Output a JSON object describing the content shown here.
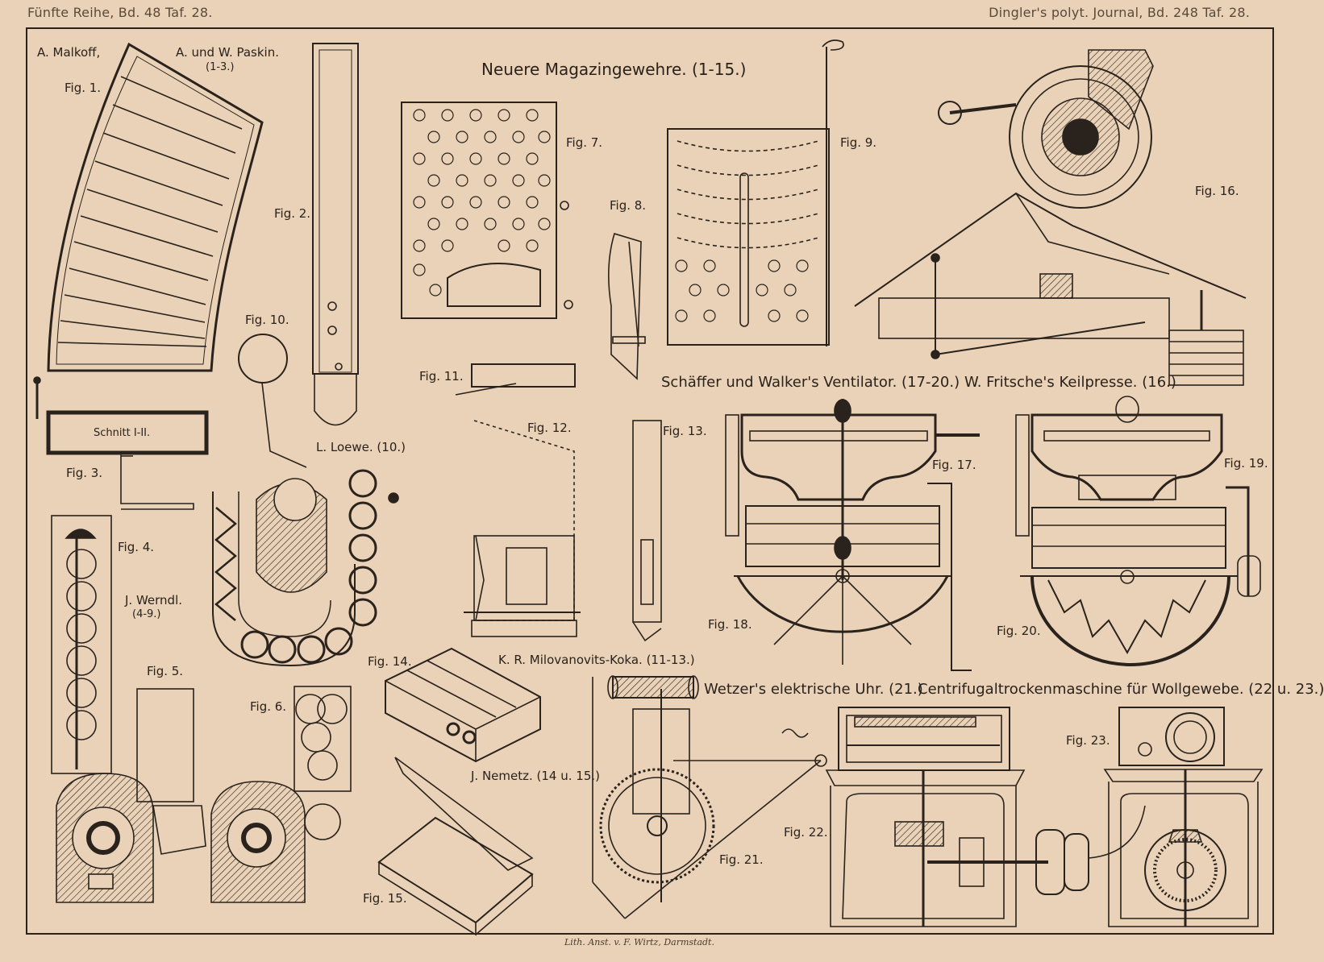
{
  "header": {
    "left": "Fünfte Reihe, Bd. 48 Taf. 28.",
    "right": "Dingler's polyt. Journal, Bd. 248 Taf. 28."
  },
  "footer": "Lith. Anst. v. F. Wirtz, Darmstadt.",
  "sections": {
    "magazine_title": "Neuere Magazingewehre. (1-15.)",
    "malkoff": "A. Malkoff,",
    "paskin": "A. und W. Paskin.",
    "paskin_range": "(1-3.)",
    "loewe": "L. Loewe. (10.)",
    "werndl": "J. Werndl.",
    "werndl_range": "(4-9.)",
    "milovanovits": "K. R. Milovanovits-Koka. (11-13.)",
    "nemetz": "J. Nemetz. (14 u. 15.)",
    "ventilator": "Schäffer und Walker's Ventilator. (17-20.)",
    "keilpresse": "W. Fritsche's Keilpresse. (16.)",
    "uhr": "Wetzer's elektrische Uhr. (21.)",
    "centrifugal": "Centrifugaltrockenmaschine für Wollgewebe. (22 u. 23.)",
    "schnitt": "Schnitt I-II."
  },
  "figures": {
    "f1": "Fig. 1.",
    "f2": "Fig. 2.",
    "f3": "Fig. 3.",
    "f4": "Fig. 4.",
    "f5": "Fig. 5.",
    "f6": "Fig. 6.",
    "f7": "Fig. 7.",
    "f8": "Fig. 8.",
    "f9": "Fig. 9.",
    "f10": "Fig. 10.",
    "f11": "Fig. 11.",
    "f12": "Fig. 12.",
    "f13": "Fig. 13.",
    "f14": "Fig. 14.",
    "f15": "Fig. 15.",
    "f16": "Fig. 16.",
    "f17": "Fig. 17.",
    "f18": "Fig. 18.",
    "f19": "Fig. 19.",
    "f20": "Fig. 20.",
    "f21": "Fig. 21.",
    "f22": "Fig. 22.",
    "f23": "Fig. 23."
  },
  "colors": {
    "paper": "#e9d2b7",
    "ink": "#2a221c"
  }
}
